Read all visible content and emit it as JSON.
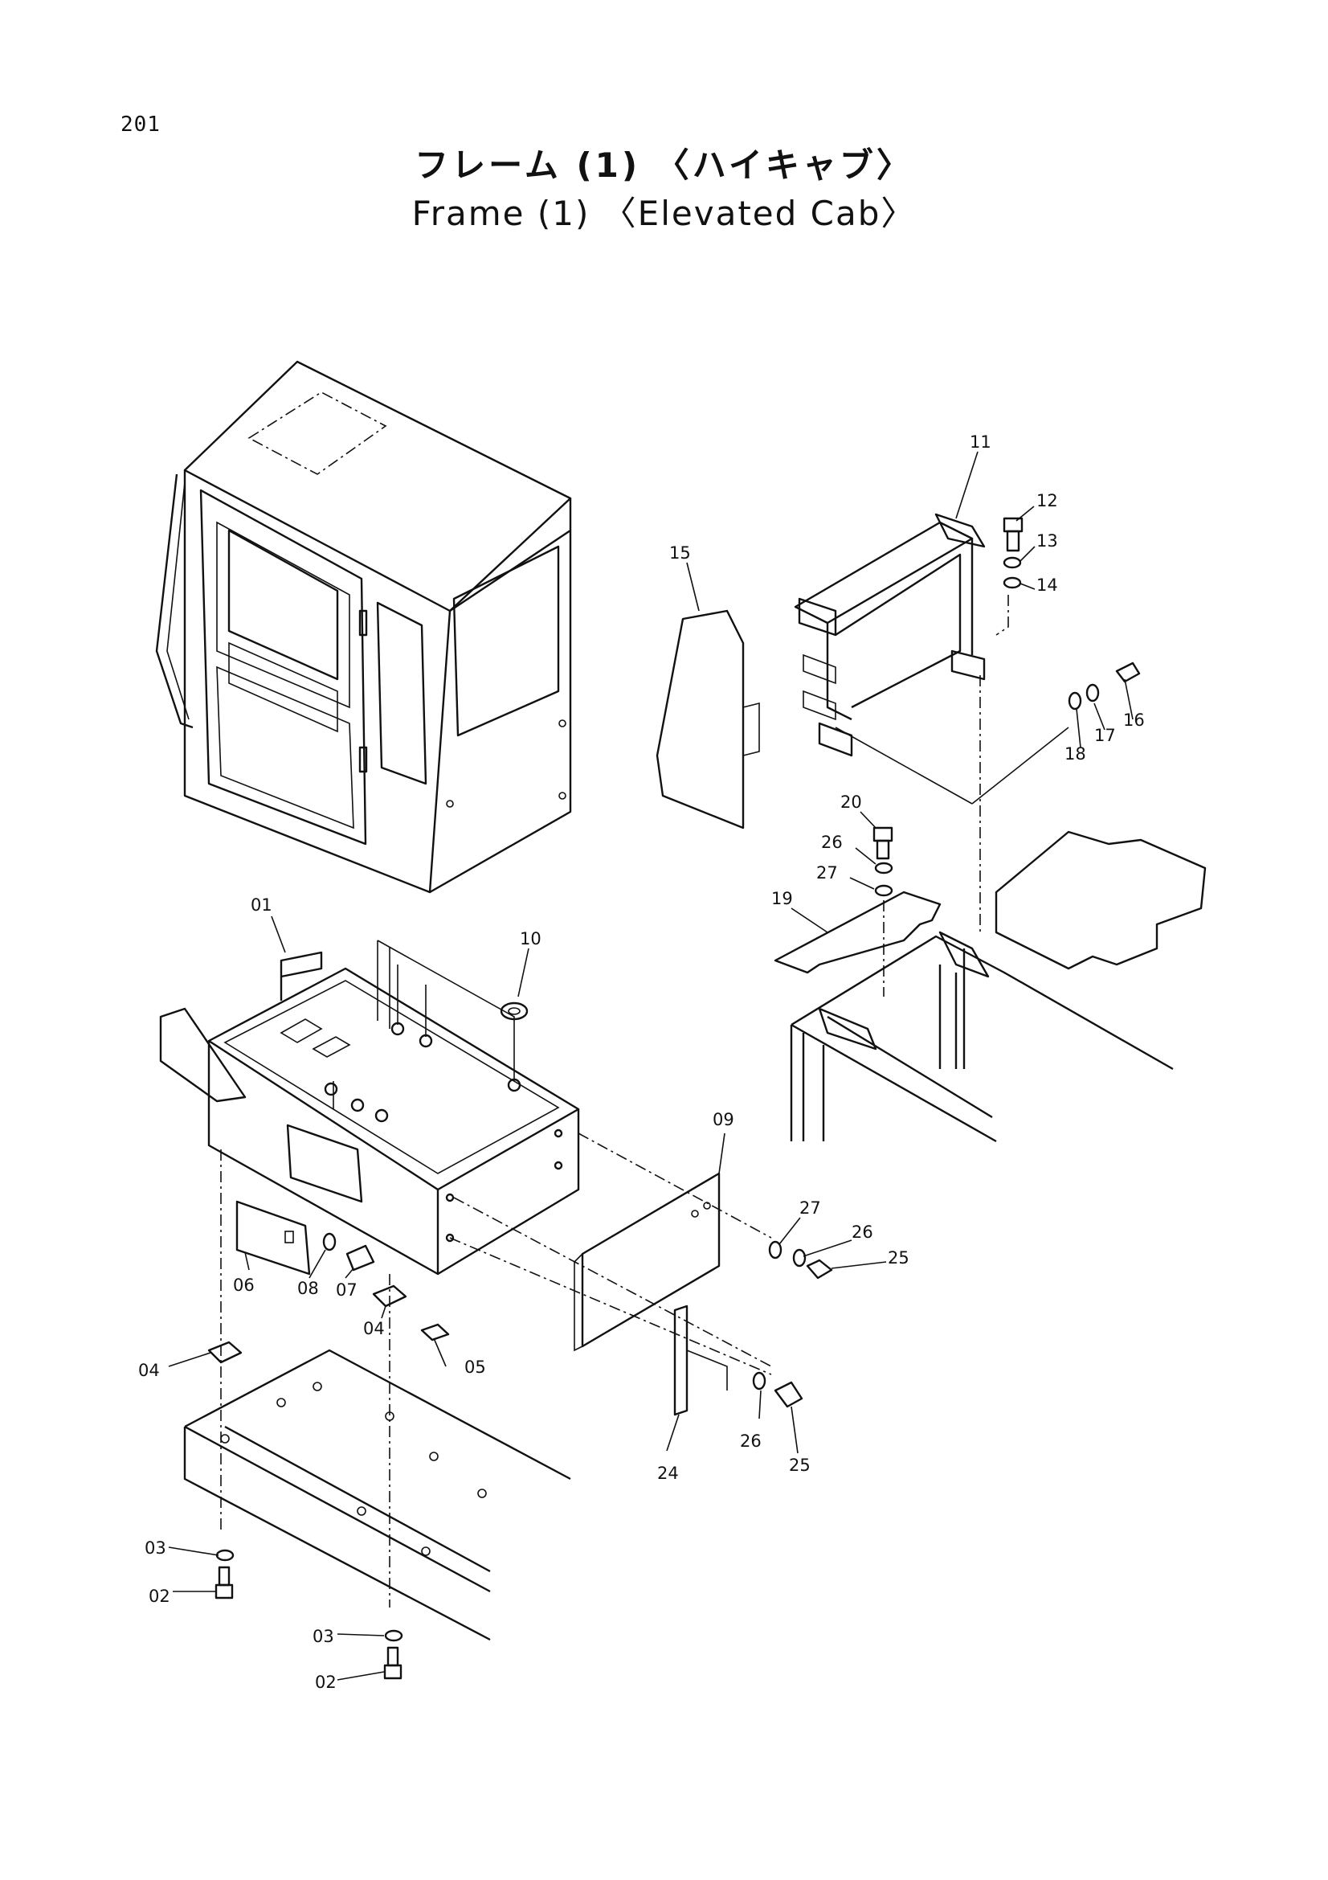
{
  "page": {
    "number": "201"
  },
  "title": {
    "japanese": "フレーム (1) 〈ハイキャブ〉",
    "english": "Frame (1) 〈Elevated Cab〉"
  },
  "callouts": {
    "c01": "01",
    "c02a": "02",
    "c02b": "02",
    "c03a": "03",
    "c03b": "03",
    "c04a": "04",
    "c04b": "04",
    "c05": "05",
    "c06": "06",
    "c07": "07",
    "c08": "08",
    "c09": "09",
    "c10": "10",
    "c11": "11",
    "c12": "12",
    "c13": "13",
    "c14": "14",
    "c15": "15",
    "c16": "16",
    "c17": "17",
    "c18": "18",
    "c19": "19",
    "c20": "20",
    "c24": "24",
    "c25a": "25",
    "c25b": "25",
    "c26a": "26",
    "c26b": "26",
    "c26c": "26",
    "c27a": "27",
    "c27b": "27"
  }
}
